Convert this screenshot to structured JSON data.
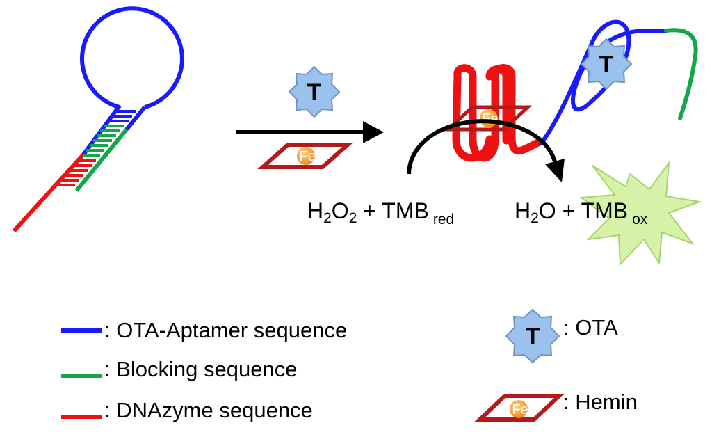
{
  "colors": {
    "aptamer": "#1a1aff",
    "blocking": "#12a84a",
    "dnazyme": "#ee1111",
    "hemin_outline": "#b51a1a",
    "hemin_orb": "#f08a1a",
    "ota_fill": "#9bc2ec",
    "ota_stroke": "#6f93c4",
    "burst_fill": "#d6f2a8",
    "burst_stroke": "#a9d36e",
    "arrow": "#000000"
  },
  "icons": {
    "ota": "star-badge-T",
    "hemin": "parallelogram-Fe"
  },
  "labels": {
    "ota_glyph": "T",
    "hemin_glyph": "Fe"
  },
  "reaction": {
    "substrate_main": "H",
    "substrate_sub1": "2",
    "substrate_o": "O",
    "substrate_sub2": "2",
    "substrate_rest": " + TMB",
    "substrate_subscript": "red",
    "product_main": "H",
    "product_sub": "2",
    "product_rest": "O + TMB",
    "product_subscript": "ox"
  },
  "legend": {
    "aptamer": ": OTA-Aptamer sequence",
    "blocking": ": Blocking sequence",
    "dnazyme": ": DNAzyme sequence",
    "ota": ": OTA",
    "hemin": ": Hemin"
  }
}
